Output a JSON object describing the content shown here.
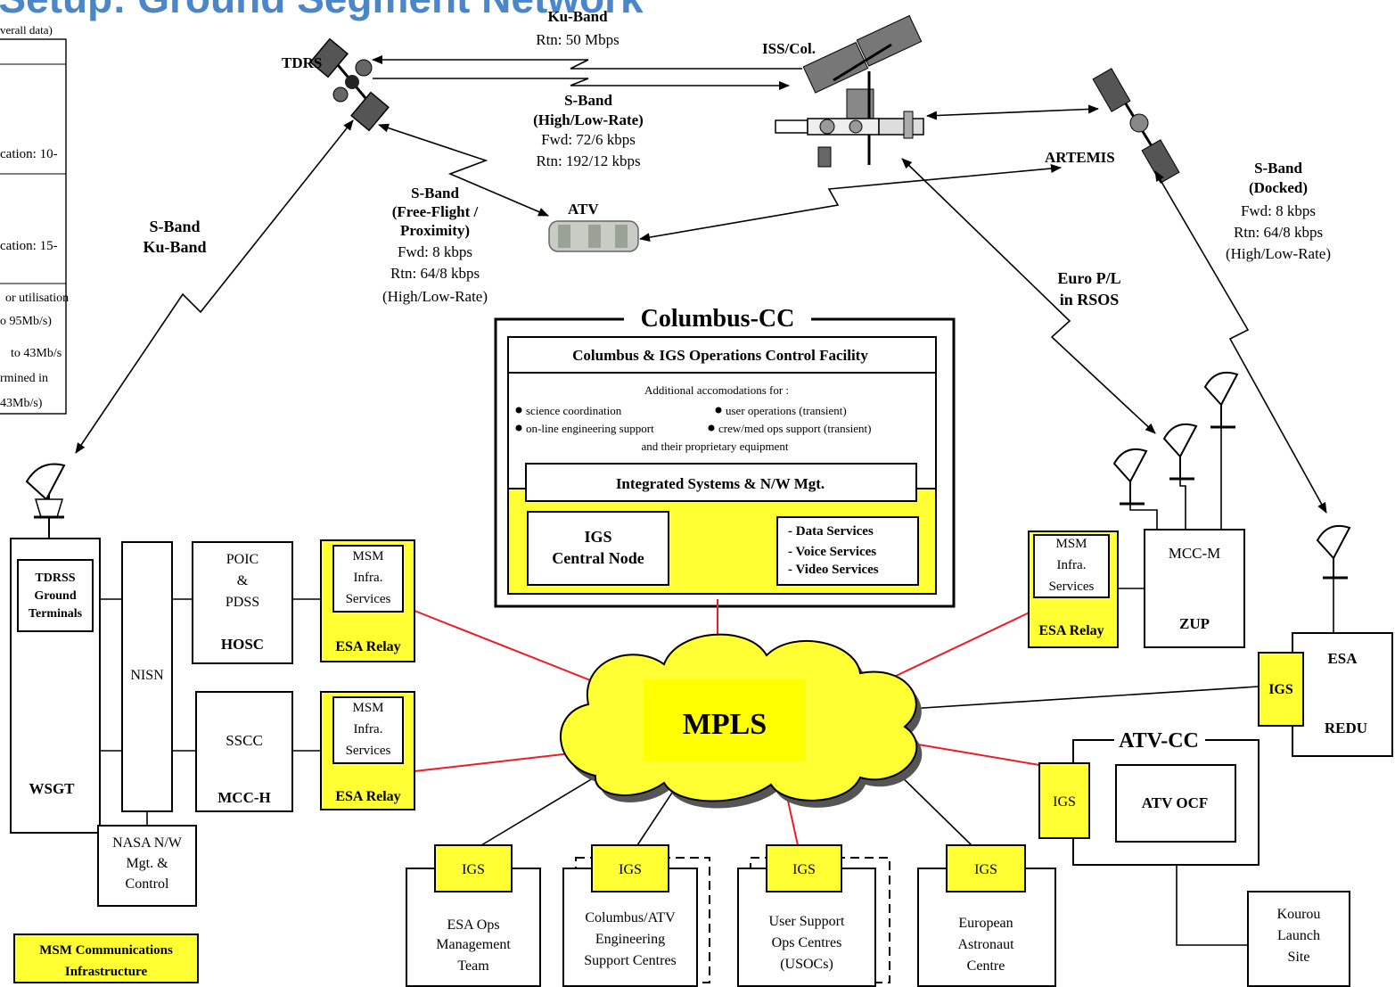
{
  "header": {
    "title_fragment": "e Setup: Ground Segment Network"
  },
  "left_table": {
    "top_fragment": "verall data)",
    "row1": "cation:  10-",
    "row2": "cation:  15-",
    "notes": [
      "or utilisation",
      "o 95Mb/s)",
      "to  43Mb/s",
      "rmined  in",
      "43Mb/s)"
    ]
  },
  "space": {
    "tdrs": "TDRS",
    "iss": "ISS/Col.",
    "artemis": "ARTEMIS",
    "atv": "ATV"
  },
  "links": {
    "ku": [
      "Ku-Band",
      "Rtn: 50 Mbps"
    ],
    "sband_hl": [
      "S-Band",
      "(High/Low-Rate)",
      "Fwd: 72/6 kbps",
      "Rtn: 192/12 kbps"
    ],
    "sband_ff": [
      "S-Band",
      "(Free-Flight /",
      "Proximity)",
      "Fwd: 8 kbps",
      "Rtn: 64/8 kbps",
      "(High/Low-Rate)"
    ],
    "sband_docked": [
      "S-Band",
      "(Docked)",
      "Fwd: 8 kbps",
      "Rtn: 64/8 kbps",
      "(High/Low-Rate)"
    ],
    "sband_ku": [
      "S-Band",
      "Ku-Band"
    ],
    "euro_pl": [
      "Euro P/L",
      "in RSOS"
    ]
  },
  "columbus": {
    "title": "Columbus-CC",
    "facility": "Columbus & IGS Operations Control Facility",
    "accom_title": "Additional accomodations for :",
    "bullets": [
      "science coordination",
      "user operations (transient)",
      "on-line engineering support",
      "crew/med ops support (transient)"
    ],
    "accom_tail": "and their proprietary equipment",
    "isnw": "Integrated Systems & N/W Mgt.",
    "igs_node": [
      "IGS",
      "Central Node"
    ],
    "services": [
      "- Data Services",
      "- Voice Services",
      "- Video Services"
    ]
  },
  "nasa": {
    "tdrss": [
      "TDRSS",
      "Ground",
      "Terminals"
    ],
    "wsgt": "WSGT",
    "nisn": "NISN",
    "nasa_nw": [
      "NASA N/W",
      "Mgt. &",
      "Control"
    ],
    "poic": [
      "POIC",
      "&",
      "PDSS"
    ],
    "hosc": "HOSC",
    "sscc": "SSCC",
    "mcch": "MCC-H"
  },
  "msm": {
    "infra": [
      "MSM",
      "Infra.",
      "Services"
    ],
    "relay": "ESA Relay",
    "legend": [
      "MSM Communications",
      "Infrastructure"
    ]
  },
  "mpls": "MPLS",
  "russia": {
    "mccm": "MCC-M",
    "zup": "ZUP"
  },
  "redu": {
    "esa": "ESA",
    "redu": "REDU",
    "igs": "IGS"
  },
  "atvcc": {
    "title": "ATV-CC",
    "igs": "IGS",
    "ocf": "ATV OCF"
  },
  "kourou": [
    "Kourou",
    "Launch",
    "Site"
  ],
  "bottom": {
    "igs": "IGS",
    "esa_ops": [
      "ESA Ops",
      "Management",
      "Team"
    ],
    "col_atv": [
      "Columbus/ATV",
      "Engineering",
      "Support Centres"
    ],
    "usoc": [
      "User Support",
      "Ops Centres",
      "(USOCs)"
    ],
    "eac": [
      "European",
      "Astronaut",
      "Centre"
    ]
  }
}
